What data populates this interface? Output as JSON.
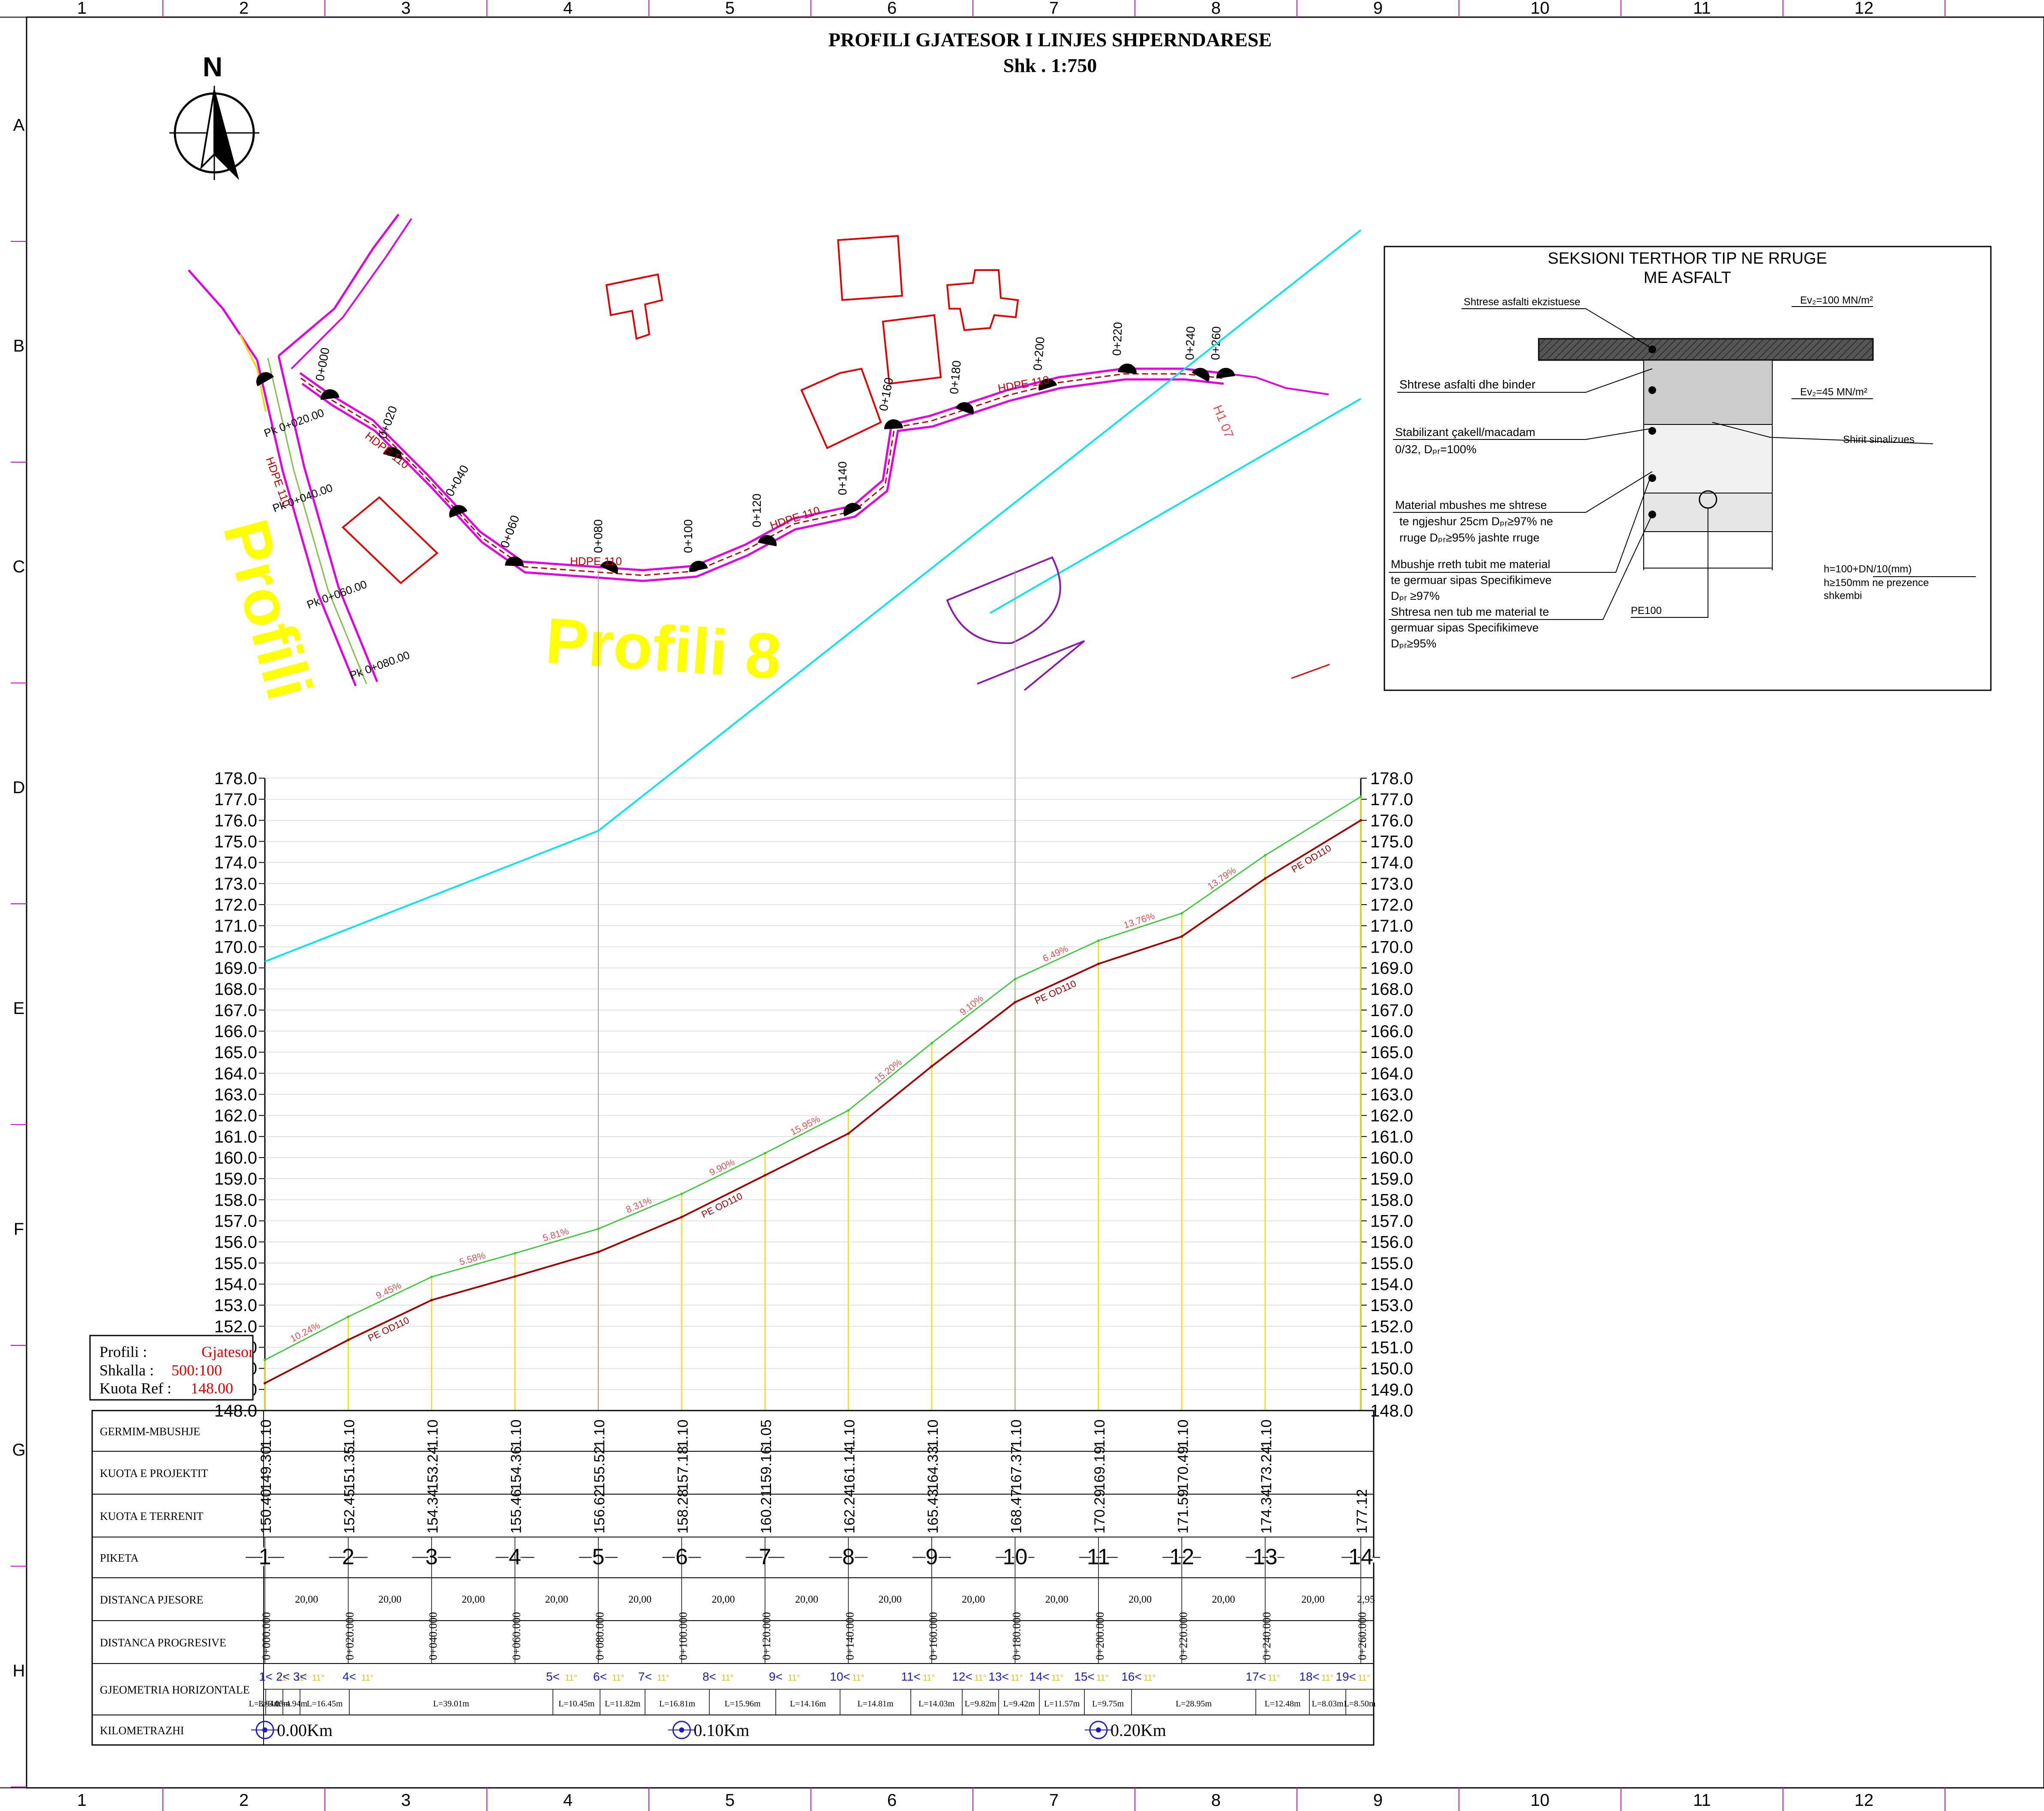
{
  "sheet": {
    "title": "PROFILI GJATESOR  I LINJES SHPERNDARESE",
    "scale": "Shk . 1:750",
    "grid_cols": [
      "1",
      "2",
      "3",
      "4",
      "5",
      "6",
      "7",
      "8",
      "9",
      "10",
      "11",
      "12"
    ],
    "grid_rows": [
      "A",
      "B",
      "C",
      "D",
      "E",
      "F",
      "G",
      "H"
    ],
    "north_label": "N"
  },
  "plan": {
    "profile_label_big": "Profili 8",
    "profile_label_side": "Profili",
    "pipe_labels": [
      "HDPE 110",
      "HDPE 110",
      "HDPE 110",
      "HDPE 110",
      "HDPE 110"
    ],
    "hydrant_label": "H1 07",
    "chainages": [
      "0+000",
      "0+020",
      "0+040",
      "0+060",
      "0+080",
      "0+100",
      "0+120",
      "0+140",
      "0+160",
      "0+180",
      "0+200",
      "0+220",
      "0+240",
      "0+260"
    ],
    "side_chainages": [
      "Pk 0+020.00",
      "Pk 0+040.00",
      "Pk 0+060.00",
      "Pk 0+080.00"
    ]
  },
  "section": {
    "title_line1": "SEKSIONI TERTHOR TIP NE RRUGE",
    "title_line2": "ME ASFALT",
    "ev1": "Ev₂=100 MN/m²",
    "ev2": "Ev₂=45 MN/m²",
    "notes": [
      "Shtrese asfalti ekzistuese",
      "Shtrese asfalti dhe binder",
      "Stabilizant çakell/macadam",
      "0/32, Dₚᵣ=100%",
      "Material mbushes me shtrese",
      "te ngjeshur 25cm Dₚᵣ≥97% ne",
      "rruge Dₚᵣ≥95% jashte rruge",
      "Mbushje rreth tubit me material",
      "te germuar sipas Specifikimeve",
      "Dₚᵣ ≥97%",
      "Shtresa nen tub me material te",
      "germuar sipas Specifikimeve",
      "Dₚᵣ≥95%"
    ],
    "right_note1": "Shirit sinalizues",
    "right_note2": "h=100+DN/10(mm)",
    "right_note3": "h≥150mm ne prezence",
    "right_note4": "shkembi",
    "pipe_label": "PE100"
  },
  "legend": {
    "profili_key": "Profili  :",
    "profili_val": "Gjatesor",
    "shkalla_key": "Shkalla  :",
    "shkalla_val": "500:100",
    "kuota_key": "Kuota  Ref  :",
    "kuota_val": "148.00"
  },
  "table": {
    "row_labels": [
      "GERMIM-MBUSHJE",
      "KUOTA  E  PROJEKTIT",
      "KUOTA  E  TERRENIT",
      "PIKETA",
      "DISTANCA  PJESORE",
      "DISTANCA  PROGRESIVE",
      "GJEOMETRIA  HORIZONTALE",
      "KILOMETRAZHI"
    ],
    "germim": [
      "1.10",
      "1.10",
      "1.10",
      "1.10",
      "1.10",
      "1.10",
      "1.05",
      "1.10",
      "1.10",
      "1.10",
      "1.10",
      "1.10",
      "1.10",
      ""
    ],
    "kuota_projekt": [
      "149.30",
      "151.35",
      "153.24",
      "154.36",
      "155.52",
      "157.18",
      "159.16",
      "161.14",
      "164.33",
      "167.37",
      "169.19",
      "170.49",
      "173.24",
      ""
    ],
    "kuota_terren": [
      "150.40",
      "152.45",
      "154.34",
      "155.46",
      "156.62",
      "158.28",
      "160.21",
      "162.24",
      "165.43",
      "168.47",
      "170.29",
      "171.59",
      "174.34",
      "177.12"
    ],
    "piketa": [
      "1",
      "2",
      "3",
      "4",
      "5",
      "6",
      "7",
      "8",
      "9",
      "10",
      "11",
      "12",
      "13",
      "14"
    ],
    "dist_pjesore": [
      "20,00",
      "20,00",
      "20,00",
      "20,00",
      "20,00",
      "20,00",
      "20,00",
      "20,00",
      "20,00",
      "20,00",
      "20,00",
      "20,00",
      "20,00",
      "2,95"
    ],
    "dist_progresive": [
      "0+000.000",
      "0+020.000",
      "0+040.000",
      "0+060.000",
      "0+080.000",
      "0+100.000",
      "0+120.000",
      "0+140.000",
      "0+160.000",
      "0+180.000",
      "0+200.000",
      "0+220.000",
      "0+240.000",
      "0+260.000"
    ],
    "geo_nodes": [
      "1<",
      "2<",
      "3<",
      "4<",
      "5<",
      "6<",
      "7<",
      "8<",
      "9<",
      "10<",
      "11<",
      "12<",
      "13<",
      "14<",
      "15<",
      "16<",
      "17<",
      "18<",
      "19<"
    ],
    "geo_lengths": [
      "L=3.94m",
      "L=3.05m",
      "L=4.94m",
      "L=16.45m",
      "L=39.01m",
      "L=10.45m",
      "L=11.82m",
      "L=16.81m",
      "L=15.96m",
      "L=14.16m",
      "L=14.81m",
      "L=14.03m",
      "L=9.82m",
      "L=9.42m",
      "L=11.57m",
      "L=9.75m",
      "L=28.95m",
      "L=12.48m",
      "L=8.03m",
      "L=8.50m"
    ],
    "km_marks": [
      "0.00Km",
      "0.10Km",
      "0.20Km"
    ]
  },
  "chart_data": {
    "type": "line",
    "xlabel": "",
    "ylabel": "",
    "ylim": [
      148.0,
      178.0
    ],
    "y_ticks": [
      "148.0",
      "149.0",
      "150.0",
      "151.0",
      "152.0",
      "153.0",
      "154.0",
      "155.0",
      "156.0",
      "157.0",
      "158.0",
      "159.0",
      "160.0",
      "161.0",
      "162.0",
      "163.0",
      "164.0",
      "165.0",
      "166.0",
      "167.0",
      "168.0",
      "169.0",
      "170.0",
      "171.0",
      "172.0",
      "173.0",
      "174.0",
      "175.0",
      "176.0",
      "177.0",
      "178.0"
    ],
    "x": [
      0,
      20,
      40,
      60,
      80,
      100,
      120,
      140,
      160,
      180,
      200,
      220,
      240,
      262.95
    ],
    "series": [
      {
        "name": "",
        "color": "#3cc93c",
        "values": [
          150.4,
          152.45,
          154.34,
          155.46,
          156.62,
          158.28,
          160.21,
          162.24,
          165.43,
          168.47,
          170.29,
          171.59,
          174.34,
          177.12
        ]
      },
      {
        "name": "PE OD110",
        "color": "#a00000",
        "values": [
          149.3,
          151.35,
          153.24,
          154.36,
          155.52,
          157.18,
          159.16,
          161.14,
          164.33,
          167.37,
          169.19,
          170.49,
          173.24,
          176.0
        ]
      }
    ],
    "slope_labels": [
      "10.24%",
      "9.45%",
      "5.58%",
      "5.81%",
      "8.31%",
      "9.90%",
      "15.95%",
      "15.20%",
      "9.10%",
      "6.49%",
      "13.76%",
      "13.79%"
    ],
    "pipe_labels": [
      "PE OD110",
      "PE OD110",
      "PE OD110",
      "PE OD110"
    ],
    "reference_line": {
      "color": "#00e5ee",
      "x": [
        0,
        80,
        262.95
      ],
      "y": [
        169.3,
        175.5,
        204.0
      ]
    }
  },
  "colors": {
    "magenta": "#e000e0",
    "yellow": "#ffff00",
    "red_building": "#e00000",
    "cyan": "#00e5ee",
    "pipe_red": "#a00000",
    "terrain_green": "#3cc93c",
    "blue_label": "#1a1acc"
  }
}
